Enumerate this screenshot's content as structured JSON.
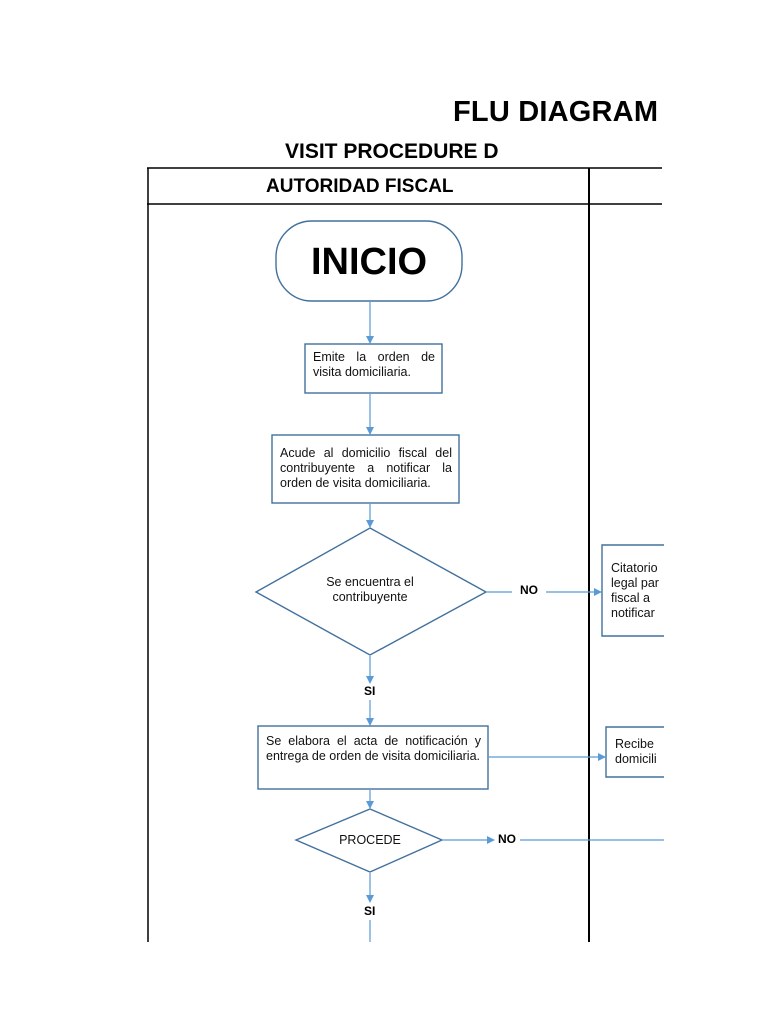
{
  "header": {
    "title": "FLU DIAGRAM",
    "subtitle": "VISIT PROCEDURE D",
    "lane_title": "AUTORIDAD FISCAL"
  },
  "flow": {
    "start": "INICIO",
    "step1": "Emite la orden de visita domiciliaria.",
    "step2": "Acude al domicilio fiscal del contribuyente a notificar la orden de visita domiciliaria.",
    "decision1": "Se encuentra el contribuyente",
    "decision1_no": "NO",
    "decision1_yes": "SI",
    "step3": "Se elabora el acta de notificación y entrega de orden de visita domiciliaria.",
    "decision2": "PROCEDE",
    "decision2_no": "NO",
    "decision2_yes": "SI"
  },
  "right_lane": {
    "box1_lines": [
      "Citatorio",
      "legal par",
      "fiscal a",
      "notificar"
    ],
    "box2_lines": [
      "Recibe",
      "domicili"
    ]
  },
  "colors": {
    "shape_stroke": "#41719c",
    "arrow": "#5b9bd5",
    "border": "#000000"
  }
}
